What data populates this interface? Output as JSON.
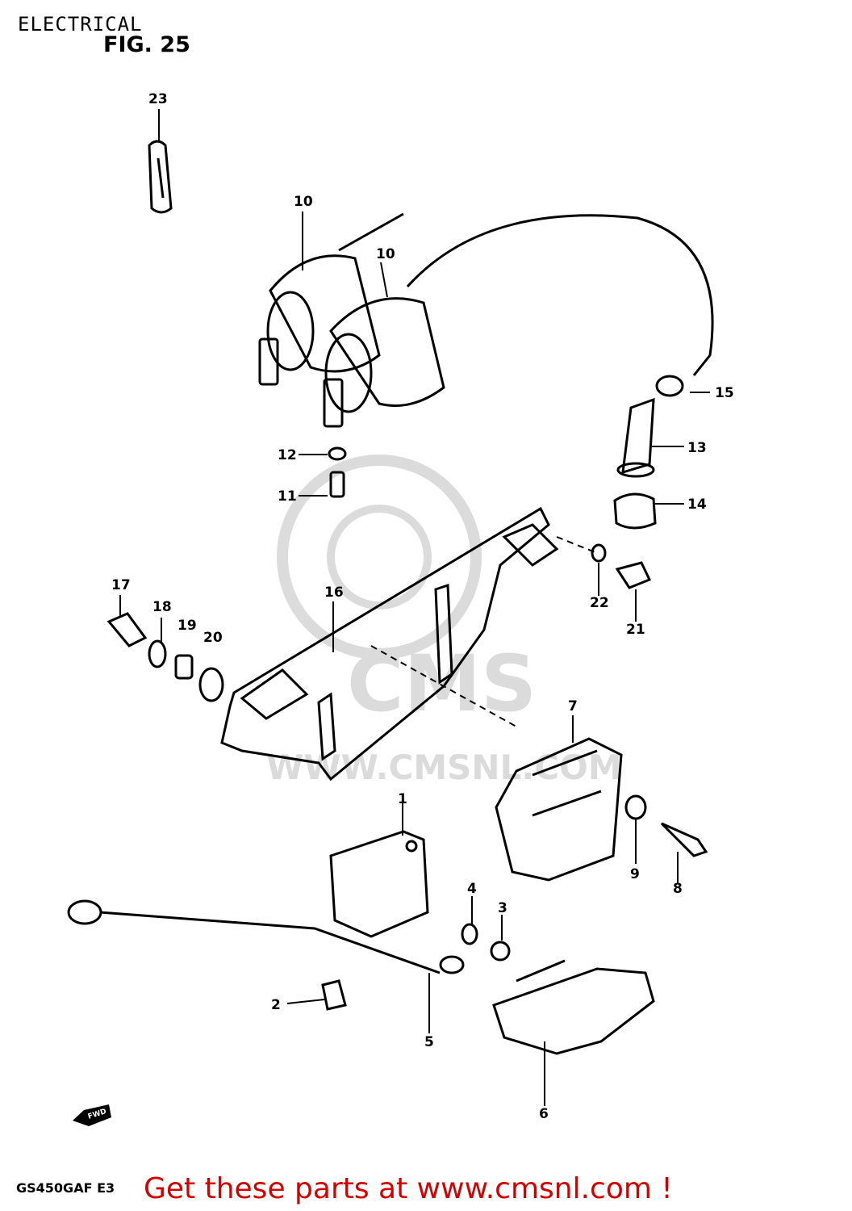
{
  "header": {
    "section": "ELECTRICAL",
    "figure": "FIG. 25"
  },
  "callouts": {
    "c1": "1",
    "c2": "2",
    "c3": "3",
    "c4": "4",
    "c5": "5",
    "c6": "6",
    "c7": "7",
    "c8": "8",
    "c9": "9",
    "c10a": "10",
    "c10b": "10",
    "c11": "11",
    "c12": "12",
    "c13": "13",
    "c14": "14",
    "c15": "15",
    "c16": "16",
    "c17": "17",
    "c18": "18",
    "c19": "19",
    "c20": "20",
    "c21": "21",
    "c22": "22",
    "c23": "23"
  },
  "watermark": {
    "brand": "CMS",
    "url": "WWW.CMSNL.COM"
  },
  "fwd_label": "FWD",
  "footer": {
    "model": "GS450GAF E3",
    "cta": "Get these parts at www.cmsnl.com !"
  },
  "colors": {
    "line": "#000000",
    "cta": "#d40000",
    "watermark": "#d8d8d8"
  }
}
